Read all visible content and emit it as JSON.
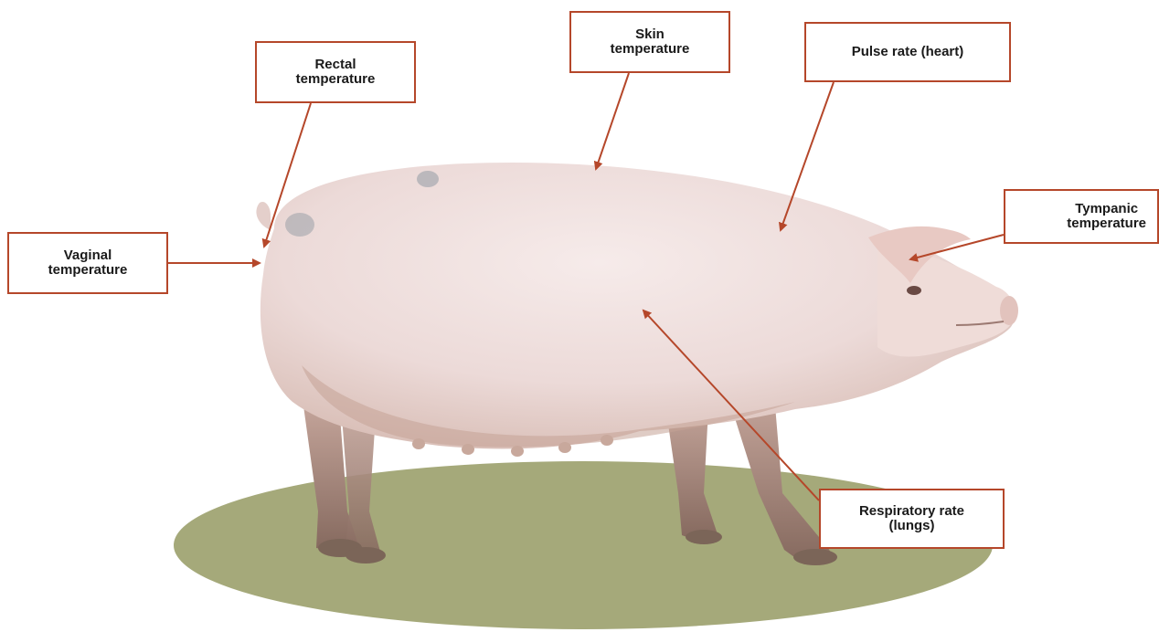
{
  "diagram": {
    "labels": {
      "rectal": {
        "line1": "Rectal",
        "line2": "temperature"
      },
      "skin": {
        "line1": "Skin",
        "line2": "temperature"
      },
      "pulse": {
        "line1": "Pulse rate (heart)"
      },
      "tympanic": {
        "line1": "Tympanic",
        "line2": "temperature"
      },
      "vaginal": {
        "line1": "Vaginal",
        "line2": "temperature"
      },
      "respiratory": {
        "line1": "Respiratory rate",
        "line2": "(lungs)"
      }
    },
    "colors": {
      "callout_border": "#b5472a",
      "arrow": "#b5472a",
      "ground": "#a5a97a",
      "pig_body": "#f0dede",
      "pig_shadow": "#c9aaa0",
      "legs_mud": "#8e7a6c"
    }
  }
}
